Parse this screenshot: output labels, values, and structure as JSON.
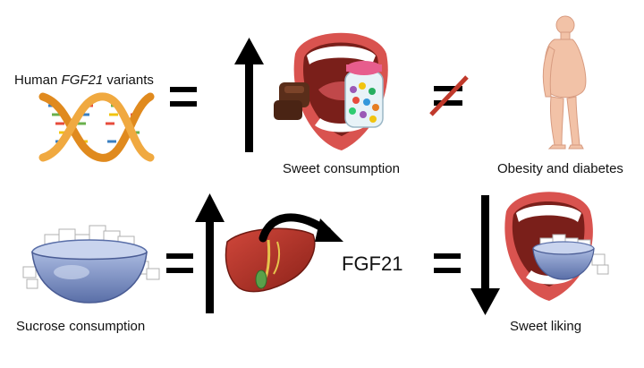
{
  "labels": {
    "human_prefix": "Human ",
    "human_gene": "FGF21",
    "human_suffix": " variants",
    "sweet_consumption": "Sweet consumption",
    "obesity": "Obesity and diabetes",
    "sucrose": "Sucrose consumption",
    "fgf21": "FGF21",
    "sweet_liking": "Sweet liking"
  },
  "icons": {
    "dna": "dna-helix-icon",
    "mouth_candy": "mouth-eating-candy-icon",
    "body": "human-body-icon",
    "sugar_bowl": "sugar-bowl-icon",
    "liver": "liver-icon",
    "mouth_bowl": "mouth-eating-sugar-icon"
  },
  "colors": {
    "arrow": "#000000",
    "not_equal_slash": "#c0392b",
    "mouth_red": "#d9534f",
    "liver": "#b5332a",
    "bowl": "#7f95c7",
    "skin": "#f2c2a7"
  }
}
